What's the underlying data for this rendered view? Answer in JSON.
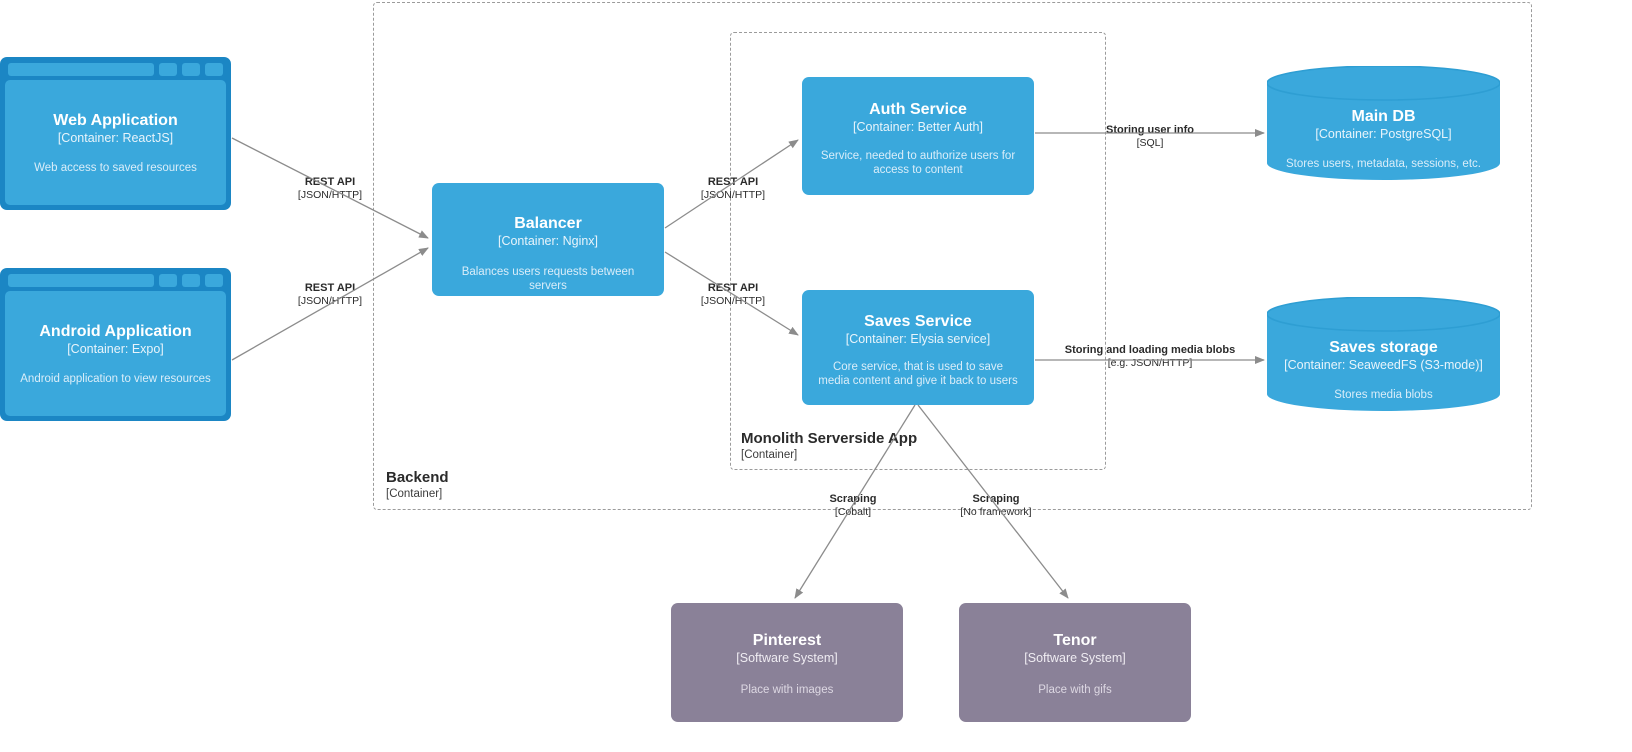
{
  "diagram": {
    "type": "c4-container-diagram",
    "background": "#ffffff",
    "colors": {
      "container": "#3aa8dc",
      "container_chrome": "#1b86c4",
      "external_system": "#8a8198",
      "boundary_border": "#9b9b9b",
      "edge": "#8c8c8c",
      "text_on_fill": "#ffffff"
    }
  },
  "nodes": {
    "web_application": {
      "title": "Web Application",
      "technology": "[Container: ReactJS]",
      "description": "Web access to saved resources"
    },
    "android_application": {
      "title": "Android Application",
      "technology": "[Container: Expo]",
      "description": "Android application to view resources"
    },
    "balancer": {
      "title": "Balancer",
      "technology": "[Container: Nginx]",
      "description": "Balances users requests between servers"
    },
    "auth_service": {
      "title": "Auth Service",
      "technology": "[Container: Better Auth]",
      "description": "Service, needed to authorize users for access to content"
    },
    "saves_service": {
      "title": "Saves Service",
      "technology": "[Container: Elysia service]",
      "description": "Core service, that is used to save media content and give it back to users"
    },
    "main_db": {
      "title": "Main DB",
      "technology": "[Container: PostgreSQL]",
      "description": "Stores users, metadata, sessions, etc."
    },
    "saves_storage": {
      "title": "Saves storage",
      "technology": "[Container: SeaweedFS (S3-mode)]",
      "description": "Stores media blobs"
    },
    "pinterest": {
      "title": "Pinterest",
      "technology": "[Software System]",
      "description": "Place with images"
    },
    "tenor": {
      "title": "Tenor",
      "technology": "[Software System]",
      "description": "Place with gifs"
    }
  },
  "boundaries": {
    "backend": {
      "title": "Backend",
      "technology": "[Container]"
    },
    "monolith": {
      "title": "Monolith Serverside App",
      "technology": "[Container]"
    }
  },
  "edges": [
    {
      "id": "web-to-balancer",
      "from": "web_application",
      "to": "balancer",
      "label": "REST API",
      "technology": "[JSON/HTTP]"
    },
    {
      "id": "android-to-balancer",
      "from": "android_application",
      "to": "balancer",
      "label": "REST API",
      "technology": "[JSON/HTTP]"
    },
    {
      "id": "balancer-to-auth",
      "from": "balancer",
      "to": "auth_service",
      "label": "REST API",
      "technology": "[JSON/HTTP]"
    },
    {
      "id": "balancer-to-saves",
      "from": "balancer",
      "to": "saves_service",
      "label": "REST API",
      "technology": "[JSON/HTTP]"
    },
    {
      "id": "auth-to-maindb",
      "from": "auth_service",
      "to": "main_db",
      "label": "Storing user info",
      "technology": "[SQL]"
    },
    {
      "id": "saves-to-storage",
      "from": "saves_service",
      "to": "saves_storage",
      "label": "Storing and loading media blobs",
      "technology": "[e.g. JSON/HTTP]"
    },
    {
      "id": "saves-to-pinterest",
      "from": "saves_service",
      "to": "pinterest",
      "label": "Scraping",
      "technology": "[Cobalt]"
    },
    {
      "id": "saves-to-tenor",
      "from": "saves_service",
      "to": "tenor",
      "label": "Scraping",
      "technology": "[No framework]"
    }
  ]
}
